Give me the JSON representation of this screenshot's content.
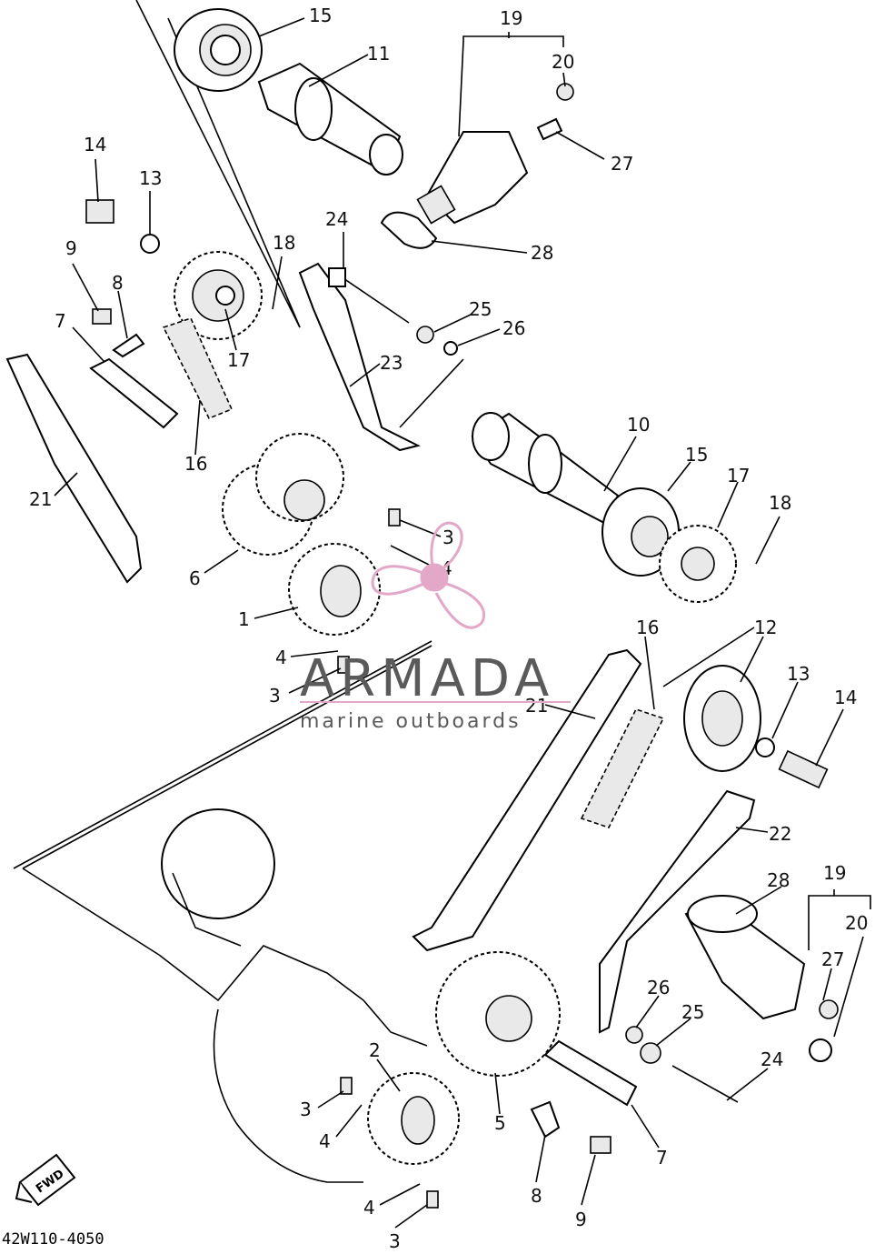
{
  "watermark": {
    "brand": "ARMADA",
    "tagline": "marine outboards",
    "accent_color": "#e3a7c7",
    "text_color": "#5a5a5a"
  },
  "diagram_code": "42W110-4050",
  "direction_tag": "FWD",
  "labels": {
    "top_cam_bearing": "15",
    "top_camshaft": "11",
    "top_tensioner_assy": "19",
    "top_tensioner_nut": "20",
    "top_tensioner_bolt": "27",
    "top_gasket": "28",
    "top_bolt_14": "14",
    "top_washer_13": "13",
    "top_sprocket_pin": "18",
    "top_sprocket": "17",
    "top_bolt_9": "9",
    "top_plate_8": "8",
    "top_shaft_7": "7",
    "top_chain": "16",
    "top_guide_21": "21",
    "top_guide_23": "23",
    "top_rod_24": "24",
    "top_nut_25": "25",
    "top_washer_26": "26",
    "idler_gear_6": "6",
    "gear_1": "1",
    "spring_3a": "3",
    "pin_4a": "4",
    "pin_4b": "4",
    "spring_3b": "3",
    "camshaft_10": "10",
    "bearing_15b": "15",
    "sprocket_17b": "17",
    "pin_18b": "18",
    "chain_16b": "16",
    "bearing_12": "12",
    "washer_13b": "13",
    "bolt_14b": "14",
    "guide_21b": "21",
    "guide_22": "22",
    "gasket_28b": "28",
    "tensioner_19b": "19",
    "nut_20b": "20",
    "bolt_27b": "27",
    "washer_26b": "26",
    "nut_25b": "25",
    "rod_24b": "24",
    "gear_2": "2",
    "spring_3c": "3",
    "pin_4c": "4",
    "gear_5": "5",
    "shaft_7b": "7",
    "plate_8b": "8",
    "bolt_9b": "9",
    "pin_4d": "4",
    "spring_3d": "3"
  }
}
